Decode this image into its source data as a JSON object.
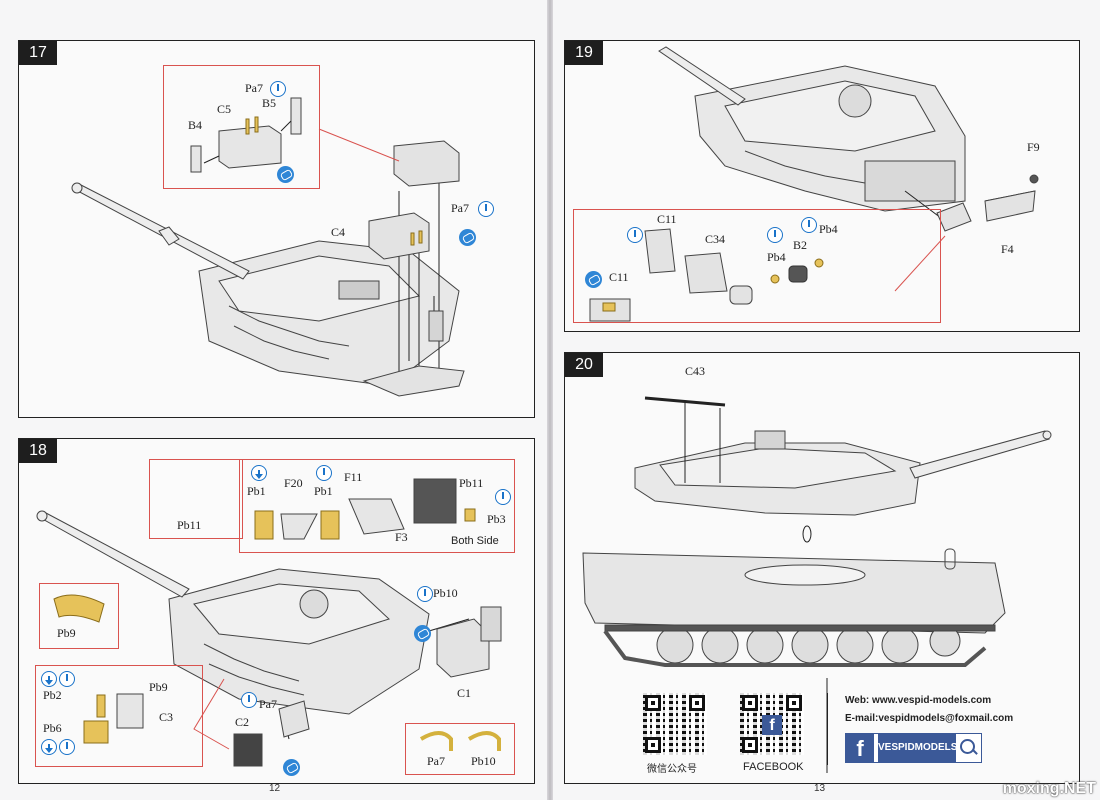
{
  "pages": {
    "left_number": "12",
    "right_number": "13"
  },
  "step17": {
    "number": "17",
    "labels": {
      "pa7_a": "Pa7",
      "b5": "B5",
      "c5": "C5",
      "b4": "B4",
      "pa7_b": "Pa7",
      "c4": "C4"
    }
  },
  "step18": {
    "number": "18",
    "labels": {
      "pb11_callout": "Pb11",
      "pb1_a": "Pb1",
      "f20": "F20",
      "pb1_b": "Pb1",
      "f11": "F11",
      "f3": "F3",
      "pb11": "Pb11",
      "pb3": "Pb3",
      "both_side": "Both Side",
      "pb9_callout": "Pb9",
      "pb10": "Pb10",
      "c1": "C1",
      "pb2": "Pb2",
      "pb9": "Pb9",
      "c3": "C3",
      "pb6": "Pb6",
      "pa7": "Pa7",
      "c2": "C2",
      "pa7_callout": "Pa7",
      "pb10_callout": "Pb10"
    }
  },
  "step19": {
    "number": "19",
    "labels": {
      "f9": "F9",
      "f4": "F4",
      "c11_a": "C11",
      "c34": "C34",
      "b2": "B2",
      "pb4_a": "Pb4",
      "pb4_b": "Pb4",
      "c11_b": "C11"
    }
  },
  "step20": {
    "number": "20",
    "labels": {
      "c43": "C43"
    }
  },
  "footer": {
    "web": "Web: www.vespid-models.com",
    "email": "E-mail:vespidmodels@foxmail.com",
    "wechat_caption": "微信公众号",
    "facebook_caption": "FACEBOOK",
    "badge_name": "VESPIDMODELS",
    "badge_letter": "f"
  },
  "watermark": "moxing.NET",
  "colors": {
    "callout_border": "#d9534f",
    "icon_blue": "#2f86d6",
    "pe_part": "#e6c25a",
    "facebook": "#3b5998"
  }
}
